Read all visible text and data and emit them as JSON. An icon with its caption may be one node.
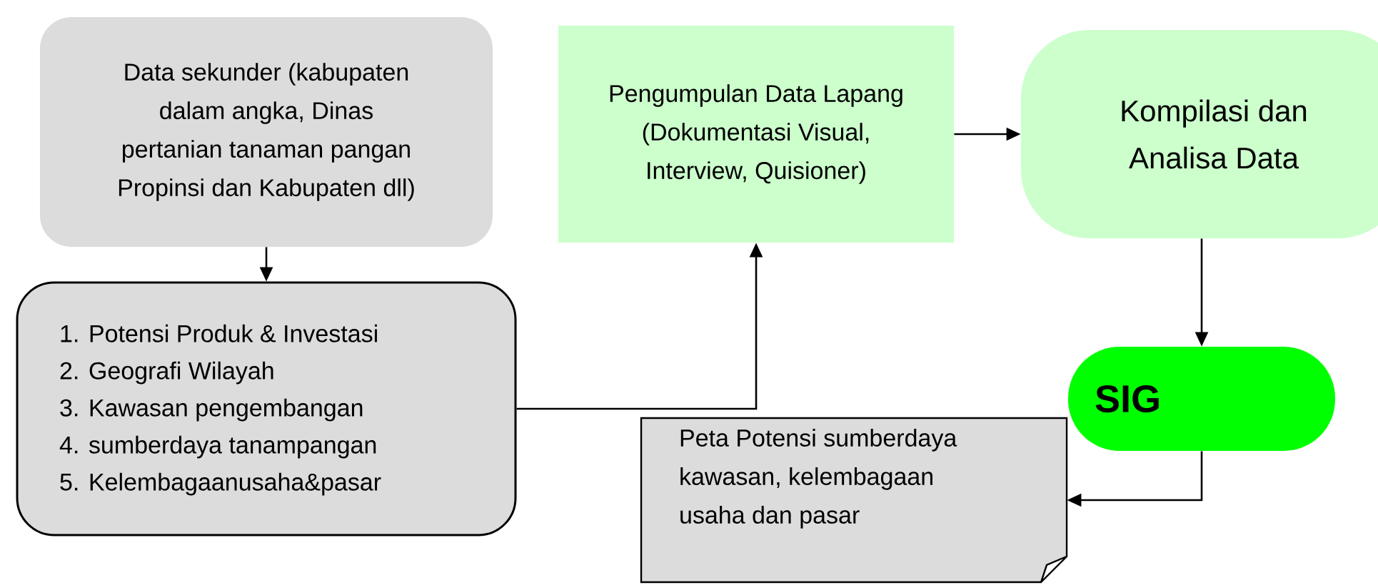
{
  "diagram": {
    "nodes": [
      {
        "text": [
          "Data sekunder (kabupaten dalam angka, Dinas pertanian tanaman pangan Propinsi dan Kabupaten dll)"
        ]
      },
      {
        "text": [
          "1. Potensi Produk & Investasi",
          "2. Geografi Wilayah",
          "3. Kawasan pengembangan",
          "4. sumberdaya tanampangan",
          "5. Kelembagaanusaha&pasar"
        ]
      },
      {
        "text": [
          "Pengumpulan Data Lapang (Dokumentasi Visual, Interview, Quisioner)"
        ]
      },
      {
        "text": [
          "Kompilasi dan Analisa Data"
        ]
      },
      {
        "text": [
          "SIG"
        ]
      },
      {
        "text": [
          "Peta Potensi sumberdaya kawasan, kelembagaan usaha dan pasar"
        ]
      }
    ],
    "edges": [
      {
        "from": 0,
        "to": 1,
        "arrow": "to"
      },
      {
        "from": 1,
        "to": 2,
        "arrow": "to"
      },
      {
        "from": 2,
        "to": 3,
        "arrow": "to"
      },
      {
        "from": 3,
        "to": 4,
        "arrow": "to"
      },
      {
        "from": 4,
        "to": 5,
        "arrow": "to"
      }
    ]
  }
}
